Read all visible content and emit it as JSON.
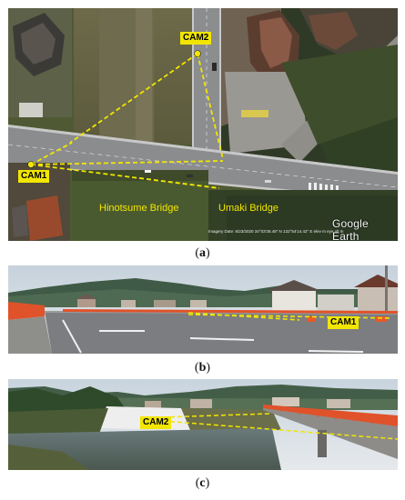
{
  "panel_a": {
    "cam2_label": "CAM2",
    "cam1_label": "CAM1",
    "hinotsume_label": "Hinotsume Bridge",
    "umaki_label": "Umaki Bridge",
    "imagery_meta": "Imagery Date: 6/23/2020   34°03'28.48\" N  132°54'14.42\" E   elev   m   eye alt   m",
    "logo_text": "Google Earth"
  },
  "panel_b": {
    "cam1_label": "CAM1"
  },
  "panel_c": {
    "cam2_label": "CAM2"
  },
  "captions": {
    "a": "a",
    "b": "b",
    "c": "c"
  },
  "colors": {
    "annotation_yellow": "#f2e600",
    "railing_orange": "#e0522a"
  }
}
